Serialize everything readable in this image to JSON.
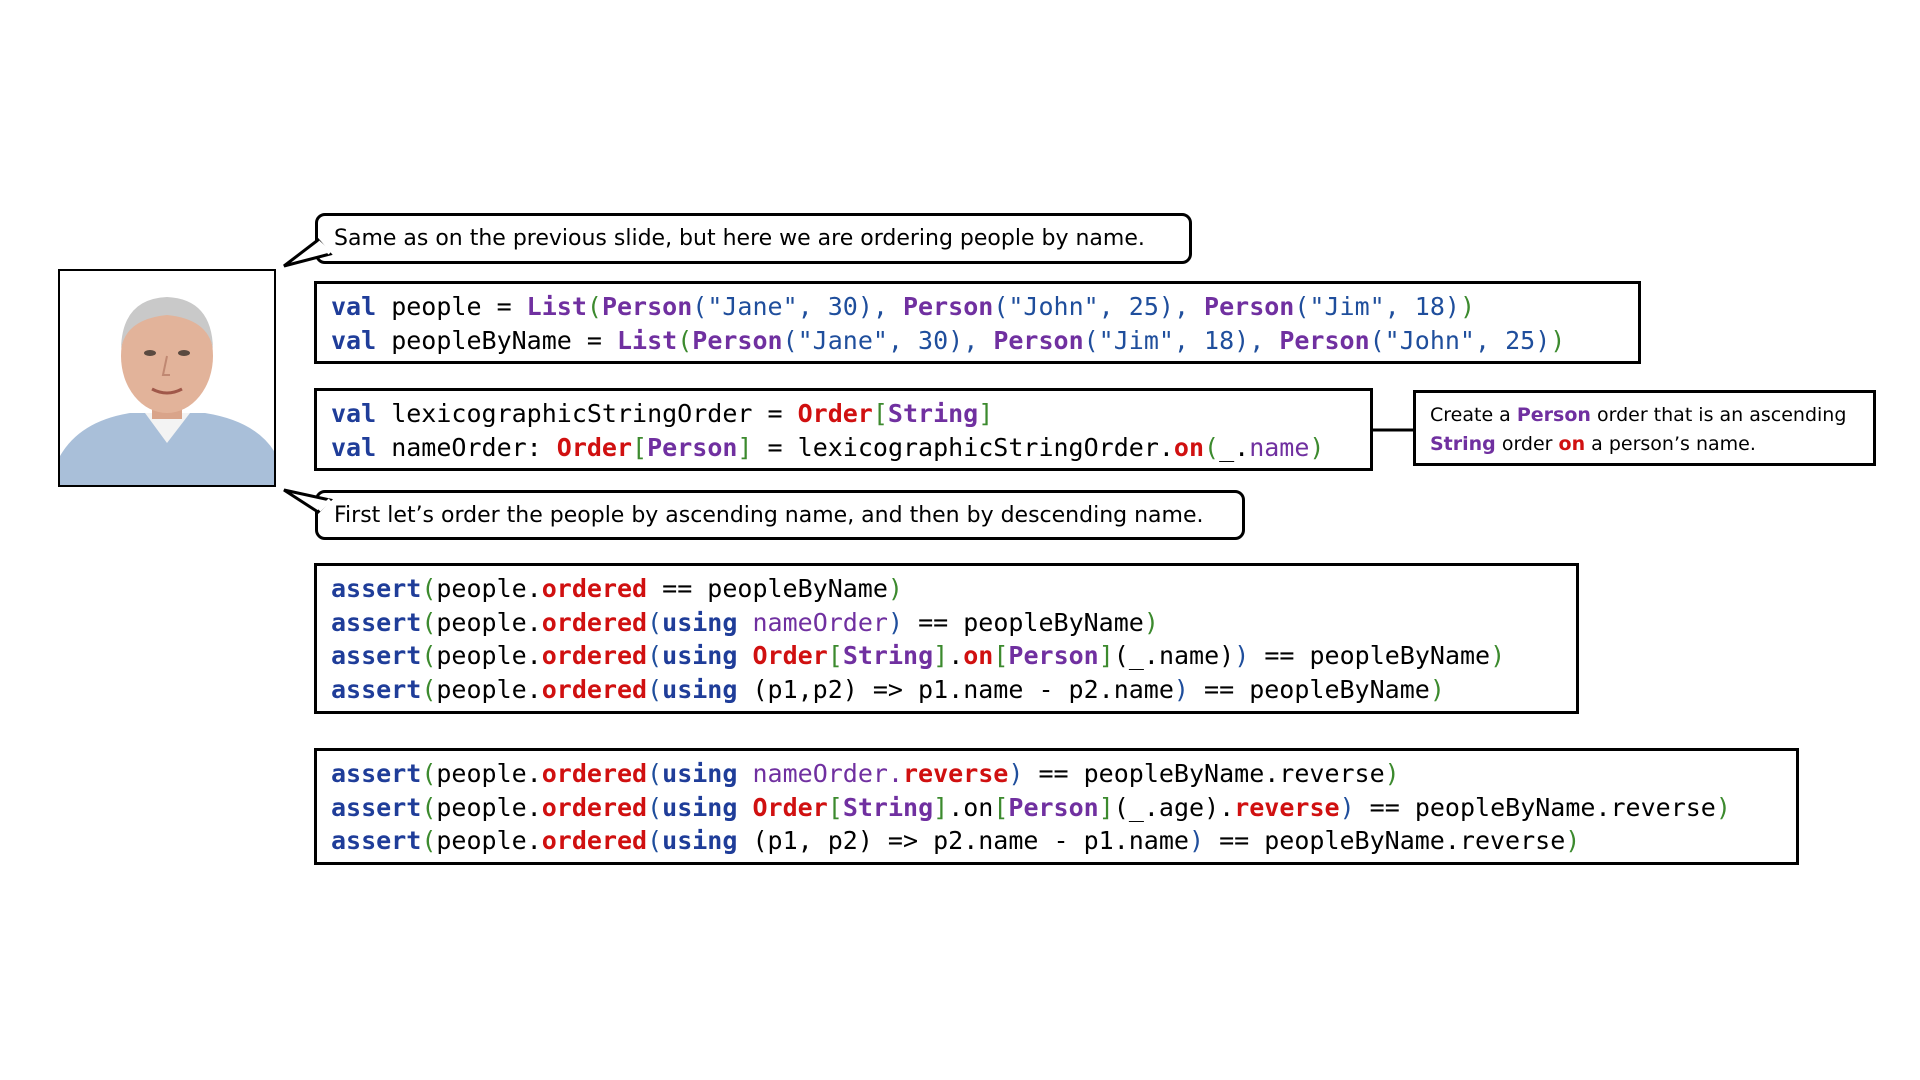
{
  "bubbles": {
    "top": "Same as on the previous slide, but here we are ordering people by name.",
    "bottom": "First let’s order the people by ascending name, and then by descending name."
  },
  "note": {
    "t1": "Create a ",
    "t2": "Person",
    "t3": " order that is an ascending",
    "t4": "String",
    "t5": " order ",
    "t6": "on",
    "t7": " a person’s name."
  },
  "code_blocks": [
    {
      "lines": [
        [
          {
            "t": "val",
            "c": "kw"
          },
          {
            "t": " people = "
          },
          {
            "t": "List",
            "c": "ty"
          },
          {
            "t": "(",
            "c": "gp"
          },
          {
            "t": "Person",
            "c": "ty"
          },
          {
            "t": "(\"Jane\", ",
            "c": "bp"
          },
          {
            "t": "30",
            "c": "nm"
          },
          {
            "t": "), ",
            "c": "bp"
          },
          {
            "t": "Person",
            "c": "ty"
          },
          {
            "t": "(\"John\", ",
            "c": "bp"
          },
          {
            "t": "25",
            "c": "nm"
          },
          {
            "t": "), ",
            "c": "bp"
          },
          {
            "t": "Person",
            "c": "ty"
          },
          {
            "t": "(\"Jim\", ",
            "c": "bp"
          },
          {
            "t": "18",
            "c": "nm"
          },
          {
            "t": ")",
            "c": "bp"
          },
          {
            "t": ")",
            "c": "gp"
          }
        ],
        [
          {
            "t": "val",
            "c": "kw"
          },
          {
            "t": " peopleByName = "
          },
          {
            "t": "List",
            "c": "ty"
          },
          {
            "t": "(",
            "c": "gp"
          },
          {
            "t": "Person",
            "c": "ty"
          },
          {
            "t": "(\"Jane\", ",
            "c": "bp"
          },
          {
            "t": "30",
            "c": "nm"
          },
          {
            "t": "), ",
            "c": "bp"
          },
          {
            "t": "Person",
            "c": "ty"
          },
          {
            "t": "(\"Jim\", ",
            "c": "bp"
          },
          {
            "t": "18",
            "c": "nm"
          },
          {
            "t": "), ",
            "c": "bp"
          },
          {
            "t": "Person",
            "c": "ty"
          },
          {
            "t": "(\"John\", ",
            "c": "bp"
          },
          {
            "t": "25",
            "c": "nm"
          },
          {
            "t": ")",
            "c": "bp"
          },
          {
            "t": ")",
            "c": "gp"
          }
        ]
      ]
    },
    {
      "lines": [
        [
          {
            "t": "val",
            "c": "kw"
          },
          {
            "t": " lexicographicStringOrder = "
          },
          {
            "t": "Order",
            "c": "fn"
          },
          {
            "t": "[",
            "c": "gp"
          },
          {
            "t": "String",
            "c": "ty"
          },
          {
            "t": "]",
            "c": "gp"
          }
        ],
        [
          {
            "t": "val",
            "c": "kw"
          },
          {
            "t": " nameOrder: "
          },
          {
            "t": "Order",
            "c": "fn"
          },
          {
            "t": "[",
            "c": "gp"
          },
          {
            "t": "Person",
            "c": "ty"
          },
          {
            "t": "]",
            "c": "gp"
          },
          {
            "t": " = lexicographicStringOrder."
          },
          {
            "t": "on",
            "c": "fn"
          },
          {
            "t": "(",
            "c": "gp"
          },
          {
            "t": "_."
          },
          {
            "t": "name",
            "c": "vr"
          },
          {
            "t": ")",
            "c": "gp"
          }
        ]
      ]
    },
    {
      "lines": [
        [
          {
            "t": "assert",
            "c": "kw"
          },
          {
            "t": "(",
            "c": "gp"
          },
          {
            "t": "people."
          },
          {
            "t": "ordered",
            "c": "fn"
          },
          {
            "t": " == peopleByName"
          },
          {
            "t": ")",
            "c": "gp"
          }
        ],
        [
          {
            "t": "assert",
            "c": "kw"
          },
          {
            "t": "(",
            "c": "gp"
          },
          {
            "t": "people."
          },
          {
            "t": "ordered",
            "c": "fn"
          },
          {
            "t": "(",
            "c": "bp"
          },
          {
            "t": "using",
            "c": "kw"
          },
          {
            "t": " "
          },
          {
            "t": "nameOrder",
            "c": "vr"
          },
          {
            "t": ")",
            "c": "bp"
          },
          {
            "t": " == peopleByName"
          },
          {
            "t": ")",
            "c": "gp"
          }
        ],
        [
          {
            "t": "assert",
            "c": "kw"
          },
          {
            "t": "(",
            "c": "gp"
          },
          {
            "t": "people."
          },
          {
            "t": "ordered",
            "c": "fn"
          },
          {
            "t": "(",
            "c": "bp"
          },
          {
            "t": "using",
            "c": "kw"
          },
          {
            "t": " "
          },
          {
            "t": "Order",
            "c": "fn"
          },
          {
            "t": "[",
            "c": "gp"
          },
          {
            "t": "String",
            "c": "ty"
          },
          {
            "t": "]",
            "c": "gp"
          },
          {
            "t": "."
          },
          {
            "t": "on",
            "c": "fn"
          },
          {
            "t": "[",
            "c": "gp"
          },
          {
            "t": "Person",
            "c": "ty"
          },
          {
            "t": "]",
            "c": "gp"
          },
          {
            "t": "(_.name)"
          },
          {
            "t": ")",
            "c": "bp"
          },
          {
            "t": " == peopleByName"
          },
          {
            "t": ")",
            "c": "gp"
          }
        ],
        [
          {
            "t": "assert",
            "c": "kw"
          },
          {
            "t": "(",
            "c": "gp"
          },
          {
            "t": "people."
          },
          {
            "t": "ordered",
            "c": "fn"
          },
          {
            "t": "(",
            "c": "bp"
          },
          {
            "t": "using",
            "c": "kw"
          },
          {
            "t": " (p1,p2) => p1.name - p2.name"
          },
          {
            "t": ")",
            "c": "bp"
          },
          {
            "t": " == peopleByName"
          },
          {
            "t": ")",
            "c": "gp"
          }
        ]
      ]
    },
    {
      "lines": [
        [
          {
            "t": "assert",
            "c": "kw"
          },
          {
            "t": "(",
            "c": "gp"
          },
          {
            "t": "people."
          },
          {
            "t": "ordered",
            "c": "fn"
          },
          {
            "t": "(",
            "c": "bp"
          },
          {
            "t": "using",
            "c": "kw"
          },
          {
            "t": " "
          },
          {
            "t": "nameOrder.",
            "c": "vr"
          },
          {
            "t": "reverse",
            "c": "fn"
          },
          {
            "t": ")",
            "c": "bp"
          },
          {
            "t": " == peopleByName.reverse"
          },
          {
            "t": ")",
            "c": "gp"
          }
        ],
        [
          {
            "t": "assert",
            "c": "kw"
          },
          {
            "t": "(",
            "c": "gp"
          },
          {
            "t": "people."
          },
          {
            "t": "ordered",
            "c": "fn"
          },
          {
            "t": "(",
            "c": "bp"
          },
          {
            "t": "using",
            "c": "kw"
          },
          {
            "t": " "
          },
          {
            "t": "Order",
            "c": "fn"
          },
          {
            "t": "[",
            "c": "gp"
          },
          {
            "t": "String",
            "c": "ty"
          },
          {
            "t": "]",
            "c": "gp"
          },
          {
            "t": ".on"
          },
          {
            "t": "[",
            "c": "gp"
          },
          {
            "t": "Person",
            "c": "ty"
          },
          {
            "t": "]",
            "c": "gp"
          },
          {
            "t": "(_.age)."
          },
          {
            "t": "reverse",
            "c": "fn"
          },
          {
            "t": ")",
            "c": "bp"
          },
          {
            "t": " == peopleByName.reverse"
          },
          {
            "t": ")",
            "c": "gp"
          }
        ],
        [
          {
            "t": "assert",
            "c": "kw"
          },
          {
            "t": "(",
            "c": "gp"
          },
          {
            "t": "people."
          },
          {
            "t": "ordered",
            "c": "fn"
          },
          {
            "t": "(",
            "c": "bp"
          },
          {
            "t": "using",
            "c": "kw"
          },
          {
            "t": " (p1, p2) => p2.name - p1.name"
          },
          {
            "t": ")",
            "c": "bp"
          },
          {
            "t": " == peopleByName.reverse"
          },
          {
            "t": ")",
            "c": "gp"
          }
        ]
      ]
    }
  ]
}
